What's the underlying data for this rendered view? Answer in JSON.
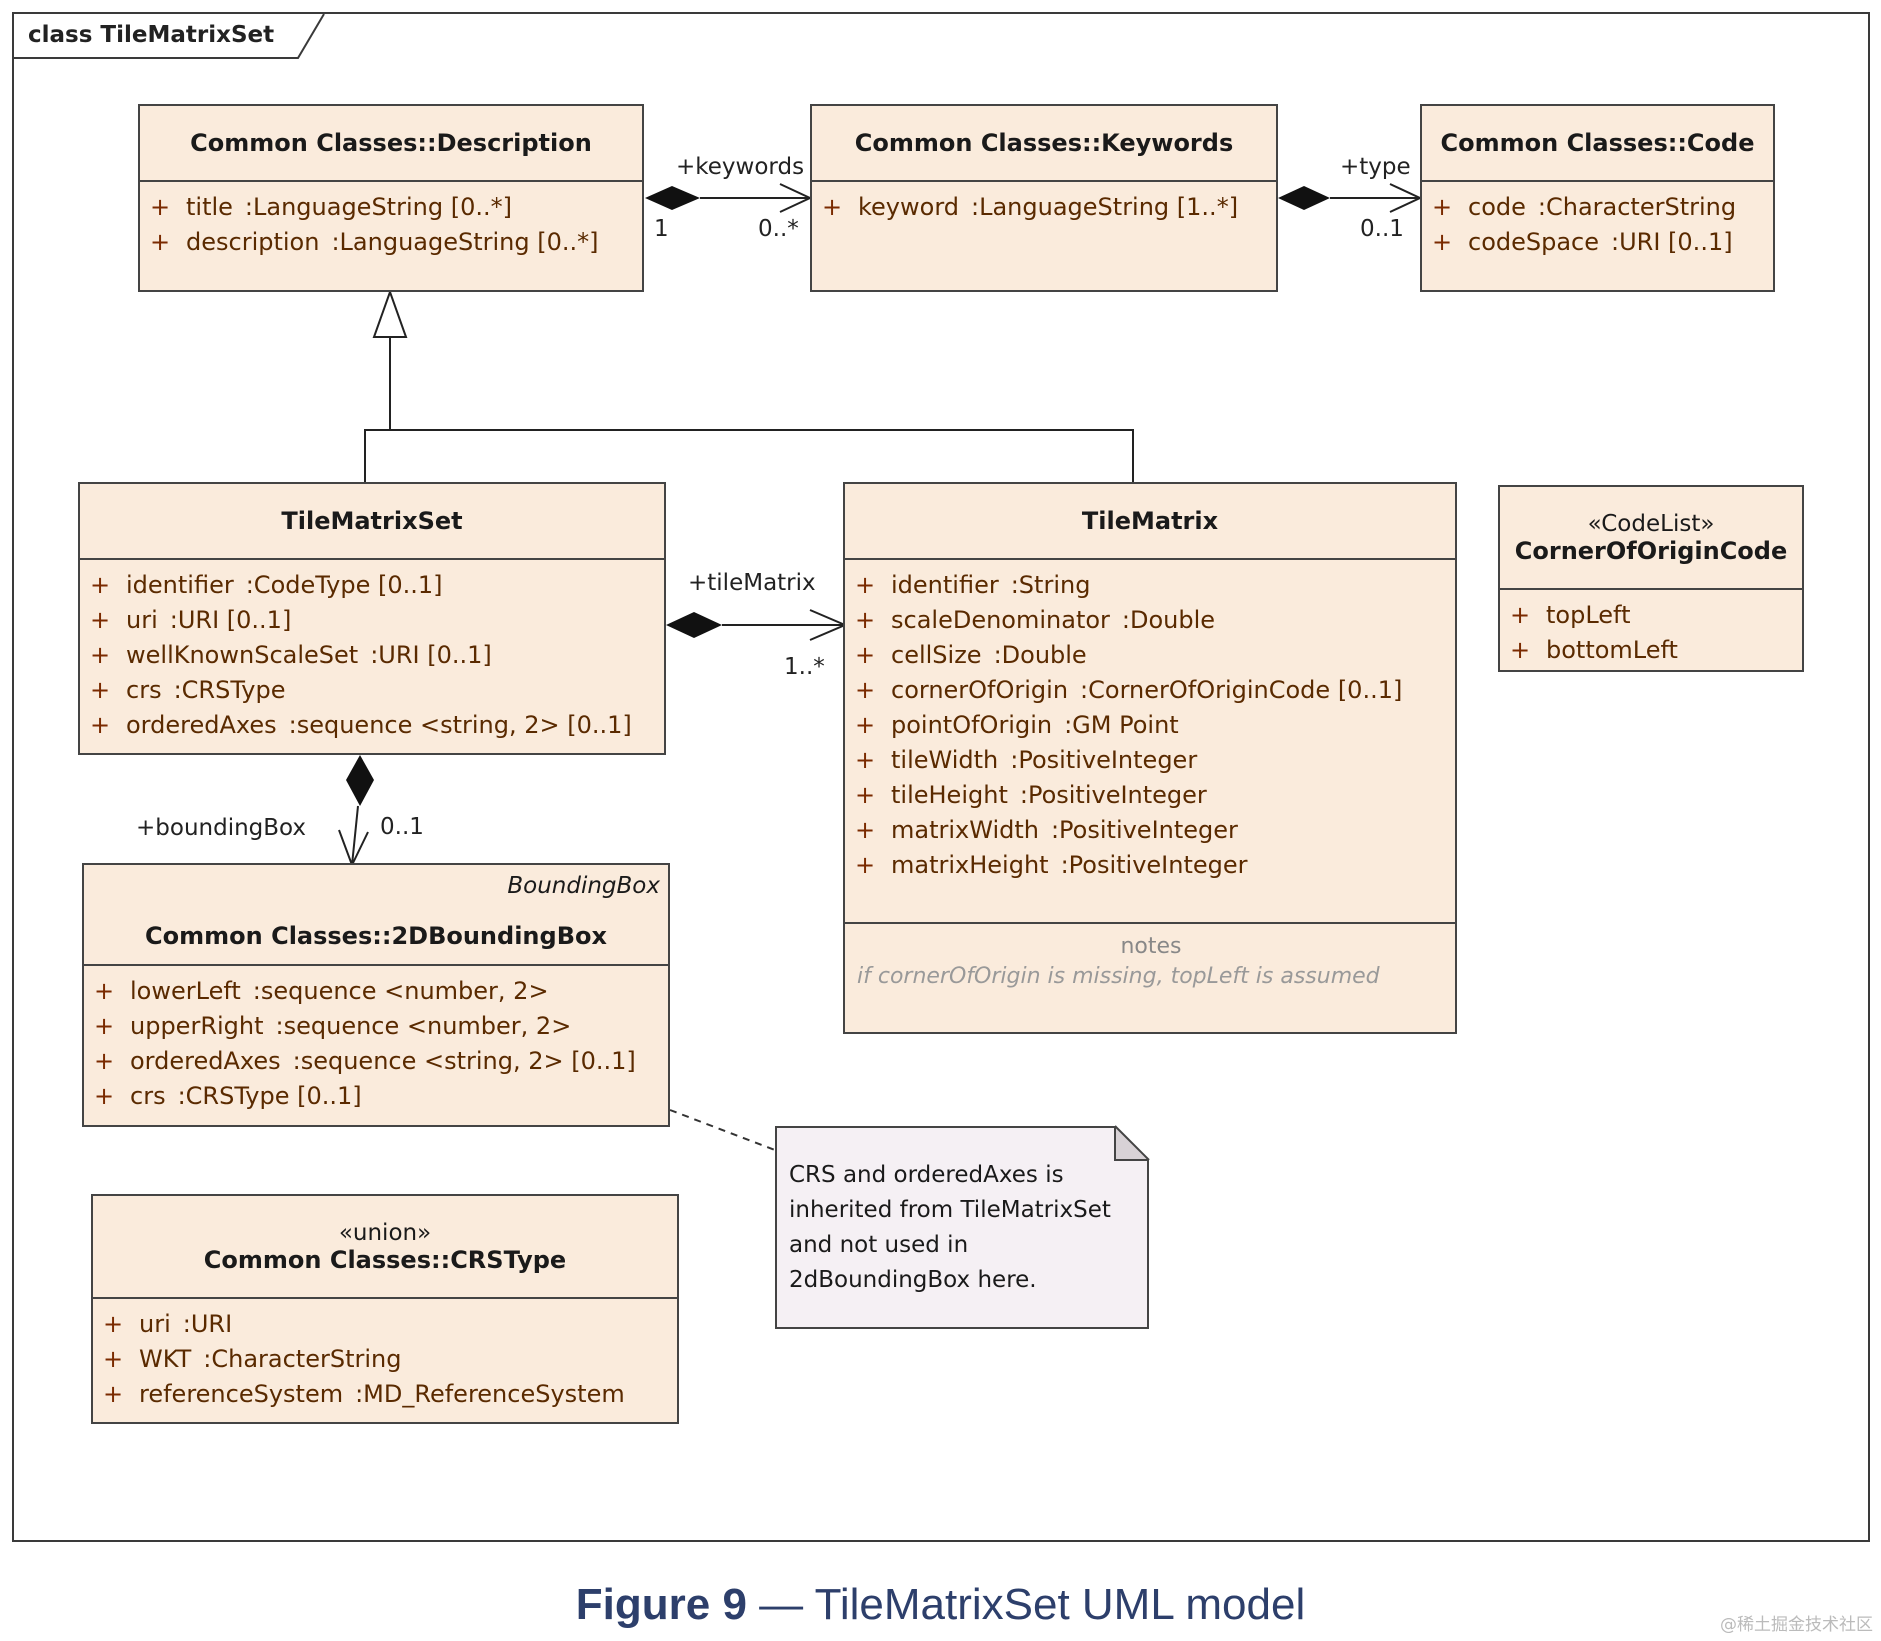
{
  "frame_title": "class TileMatrixSet",
  "classes": {
    "description": {
      "name": "Common Classes::Description",
      "attrs": [
        {
          "vis": "+",
          "name": "title",
          "type": ":LanguageString [0..*]"
        },
        {
          "vis": "+",
          "name": "description",
          "type": ":LanguageString [0..*]"
        }
      ]
    },
    "keywords": {
      "name": "Common Classes::Keywords",
      "attrs": [
        {
          "vis": "+",
          "name": "keyword",
          "type": ":LanguageString [1..*]"
        }
      ]
    },
    "code": {
      "name": "Common Classes::Code",
      "attrs": [
        {
          "vis": "+",
          "name": "code",
          "type": ":CharacterString"
        },
        {
          "vis": "+",
          "name": "codeSpace",
          "type": ":URI [0..1]"
        }
      ]
    },
    "tilematrixset": {
      "name": "TileMatrixSet",
      "attrs": [
        {
          "vis": "+",
          "name": "identifier",
          "type": ":CodeType [0..1]"
        },
        {
          "vis": "+",
          "name": "uri",
          "type": ":URI [0..1]"
        },
        {
          "vis": "+",
          "name": "wellKnownScaleSet",
          "type": ":URI [0..1]"
        },
        {
          "vis": "+",
          "name": "crs",
          "type": ":CRSType"
        },
        {
          "vis": "+",
          "name": "orderedAxes",
          "type": ":sequence <string, 2> [0..1]"
        }
      ]
    },
    "tilematrix": {
      "name": "TileMatrix",
      "attrs": [
        {
          "vis": "+",
          "name": "identifier",
          "type": ":String"
        },
        {
          "vis": "+",
          "name": "scaleDenominator",
          "type": ":Double"
        },
        {
          "vis": "+",
          "name": "cellSize",
          "type": ":Double"
        },
        {
          "vis": "+",
          "name": "cornerOfOrigin",
          "type": ":CornerOfOriginCode [0..1]"
        },
        {
          "vis": "+",
          "name": "pointOfOrigin",
          "type": ":GM Point"
        },
        {
          "vis": "+",
          "name": "tileWidth",
          "type": ":PositiveInteger"
        },
        {
          "vis": "+",
          "name": "tileHeight",
          "type": ":PositiveInteger"
        },
        {
          "vis": "+",
          "name": "matrixWidth",
          "type": ":PositiveInteger"
        },
        {
          "vis": "+",
          "name": "matrixHeight",
          "type": ":PositiveInteger"
        }
      ],
      "notes_label": "notes",
      "notes_text": "if cornerOfOrigin is missing, topLeft is assumed"
    },
    "corner": {
      "stereotype": "«CodeList»",
      "name": "CornerOfOriginCode",
      "attrs": [
        {
          "vis": "+",
          "name": "topLeft",
          "type": ""
        },
        {
          "vis": "+",
          "name": "bottomLeft",
          "type": ""
        }
      ]
    },
    "bbox": {
      "alias": "BoundingBox",
      "name": "Common Classes::2DBoundingBox",
      "attrs": [
        {
          "vis": "+",
          "name": "lowerLeft",
          "type": ":sequence <number, 2>"
        },
        {
          "vis": "+",
          "name": "upperRight",
          "type": ":sequence <number, 2>"
        },
        {
          "vis": "+",
          "name": "orderedAxes",
          "type": ":sequence <string, 2> [0..1]"
        },
        {
          "vis": "+",
          "name": "crs",
          "type": ":CRSType [0..1]"
        }
      ]
    },
    "crstype": {
      "stereotype": "«union»",
      "name": "Common Classes::CRSType",
      "attrs": [
        {
          "vis": "+",
          "name": "uri",
          "type": ":URI"
        },
        {
          "vis": "+",
          "name": "WKT",
          "type": ":CharacterString"
        },
        {
          "vis": "+",
          "name": "referenceSystem",
          "type": ":MD_ReferenceSystem"
        }
      ]
    }
  },
  "associations": {
    "keywords": {
      "role": "+keywords",
      "src_mult": "1",
      "dst_mult": "0..*"
    },
    "type": {
      "role": "+type",
      "dst_mult": "0..1"
    },
    "tileMatrix": {
      "role": "+tileMatrix",
      "dst_mult": "1..*"
    },
    "boundingBox": {
      "role": "+boundingBox",
      "dst_mult": "0..1"
    }
  },
  "note": {
    "lines": [
      "CRS and orderedAxes is",
      "inherited from TileMatrixSet",
      "and not used in",
      "2dBoundingBox here."
    ]
  },
  "caption": {
    "figure": "Figure 9",
    "dash": " — ",
    "text": "TileMatrixSet UML model"
  },
  "watermark": "@稀土掘金技术社区"
}
